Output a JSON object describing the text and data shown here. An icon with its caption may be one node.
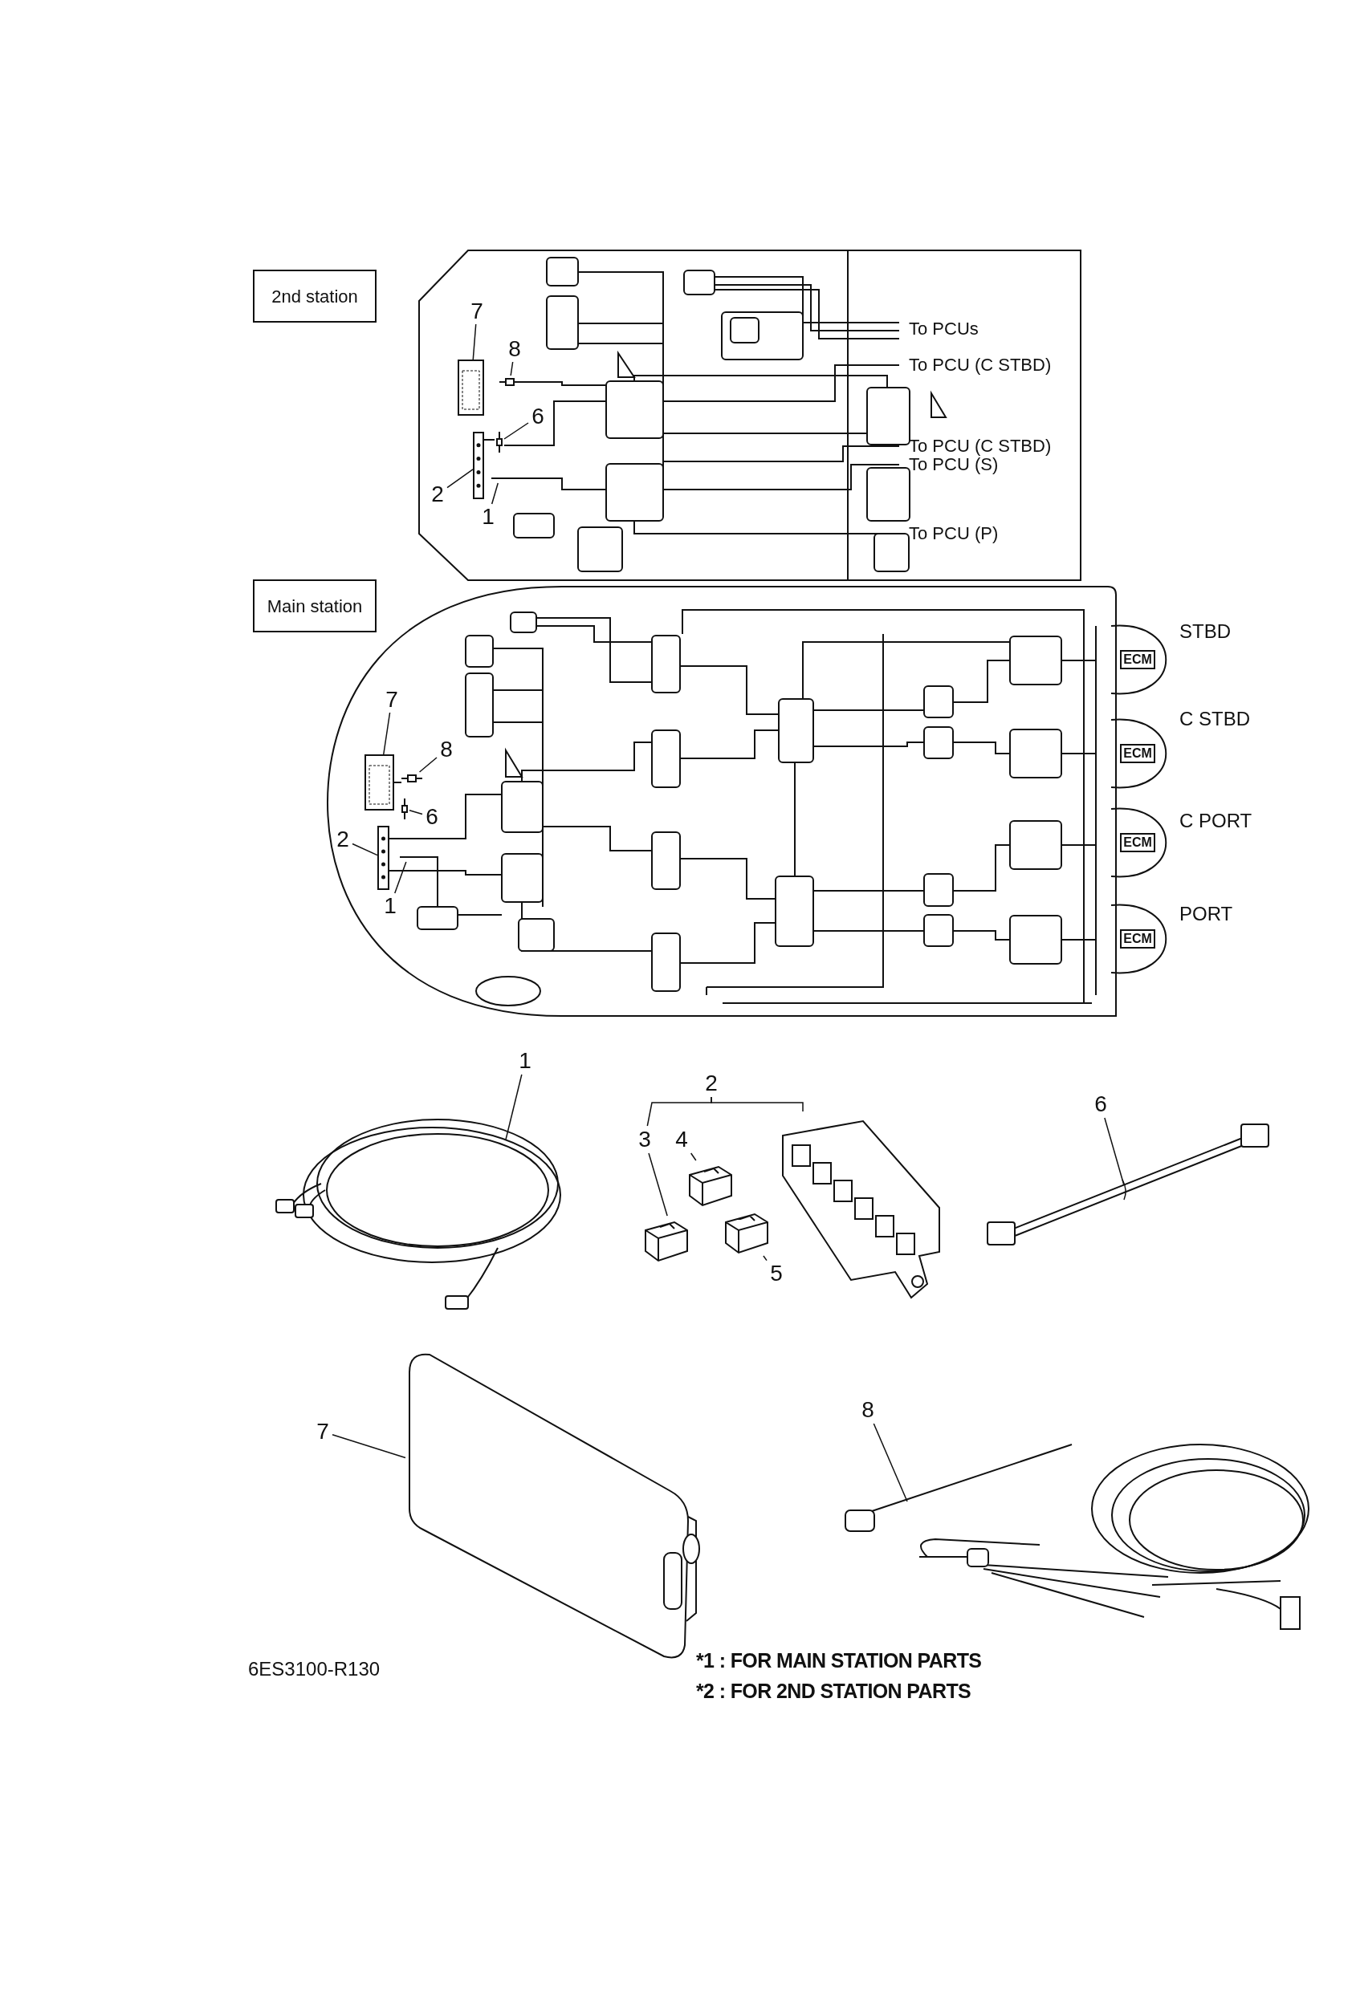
{
  "diagram": {
    "nodes": [
      {
        "text": [
          "2nd station"
        ]
      },
      {
        "text": [
          "Main station"
        ]
      },
      {
        "text": [
          "7"
        ]
      },
      {
        "text": [],
        "shape": "picture"
      },
      {
        "text": [
          "8"
        ]
      },
      {
        "text": [],
        "shape": "picture"
      },
      {
        "text": [
          "6"
        ]
      },
      {
        "text": [],
        "shape": "picture"
      },
      {
        "text": [
          "2"
        ]
      },
      {
        "text": [],
        "shape": "picture"
      },
      {
        "text": [
          "1"
        ]
      },
      {
        "text": [],
        "shape": "picture"
      },
      {
        "text": [
          "7"
        ]
      },
      {
        "text": [],
        "shape": "picture"
      },
      {
        "text": [
          "8"
        ]
      },
      {
        "text": [],
        "shape": "picture"
      },
      {
        "text": [
          "6"
        ]
      },
      {
        "text": [],
        "shape": "picture"
      },
      {
        "text": [
          "2"
        ]
      },
      {
        "text": [],
        "shape": "picture"
      },
      {
        "text": [
          "1"
        ]
      },
      {
        "text": [],
        "shape": "picture"
      },
      {
        "text": [
          "ECM"
        ],
        "beside": [
          "STBD"
        ]
      },
      {
        "text": [
          "ECM"
        ],
        "beside": [
          "C STBD"
        ]
      },
      {
        "text": [
          "ECM"
        ],
        "beside": [
          "C PORT"
        ]
      },
      {
        "text": [
          "ECM"
        ],
        "beside": [
          "PORT"
        ]
      },
      {
        "text": [
          "1"
        ]
      },
      {
        "text": [],
        "shape": "picture"
      },
      {
        "text": [
          "2"
        ]
      },
      {
        "text": [],
        "shape": "picture"
      },
      {
        "text": [
          "3"
        ]
      },
      {
        "text": [],
        "shape": "picture"
      },
      {
        "text": [
          "4"
        ]
      },
      {
        "text": [],
        "shape": "picture"
      },
      {
        "text": [
          "5"
        ]
      },
      {
        "text": [],
        "shape": "picture"
      },
      {
        "text": [
          "6"
        ]
      },
      {
        "text": [],
        "shape": "picture"
      },
      {
        "text": [
          "7"
        ]
      },
      {
        "text": [],
        "shape": "picture"
      },
      {
        "text": [
          "8"
        ]
      },
      {
        "text": [],
        "shape": "picture"
      }
    ],
    "edges": [
      {
        "from": 2,
        "to": 3,
        "arrow": "none"
      },
      {
        "from": 4,
        "to": 5,
        "arrow": "none"
      },
      {
        "from": 6,
        "to": 7,
        "arrow": "none"
      },
      {
        "from": 8,
        "to": 9,
        "arrow": "none"
      },
      {
        "from": 10,
        "to": 11,
        "arrow": "none"
      },
      {
        "from": 12,
        "to": 13,
        "arrow": "none"
      },
      {
        "from": 14,
        "to": 15,
        "arrow": "none"
      },
      {
        "from": 16,
        "to": 17,
        "arrow": "none"
      },
      {
        "from": 18,
        "to": 19,
        "arrow": "none"
      },
      {
        "from": 20,
        "to": 21,
        "arrow": "none"
      },
      {
        "from": 26,
        "to": 27,
        "arrow": "none"
      },
      {
        "from": 28,
        "to": 29,
        "arrow": "none"
      },
      {
        "from": 30,
        "to": 31,
        "arrow": "none"
      },
      {
        "from": 32,
        "to": 33,
        "arrow": "none"
      },
      {
        "from": 34,
        "to": 35,
        "arrow": "none"
      },
      {
        "from": 36,
        "to": 37,
        "arrow": "none"
      },
      {
        "from": 38,
        "to": 39,
        "arrow": "none"
      },
      {
        "from": 40,
        "to": 41,
        "arrow": "none"
      },
      {
        "from": 28,
        "to": 30,
        "arrow": "none"
      }
    ],
    "labels": [
      "To PCUs",
      "To PCU (C STBD)",
      "To PCU (C STBD)",
      "To PCU (S)",
      "To PCU (P)",
      "6ES3100-R130",
      "*1 : FOR MAIN STATION PARTS",
      "*2 : FOR 2ND STATION PARTS"
    ]
  }
}
